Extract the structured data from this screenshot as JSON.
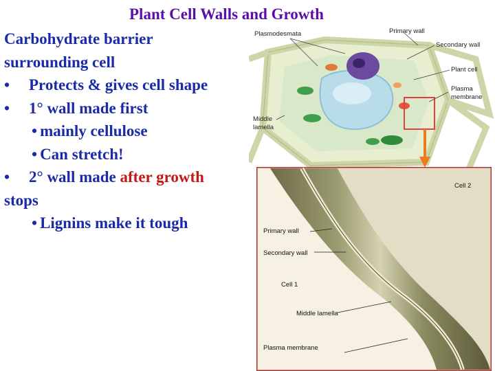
{
  "slide": {
    "title": "Plant Cell Walls and Growth",
    "lines": [
      {
        "text": "Carbohydrate barrier"
      },
      {
        "text": "surrounding cell"
      },
      {
        "bullet": "•",
        "text": "Protects & gives cell shape"
      },
      {
        "bullet": "•",
        "text": "1° wall made first"
      },
      {
        "sub_bullet": "•",
        "text": "mainly cellulose"
      },
      {
        "sub_bullet": "•",
        "text": "Can stretch!"
      },
      {
        "bullet": "•",
        "text_a": "2° wall made ",
        "text_b": "after growth"
      },
      {
        "text": "stops"
      },
      {
        "sub_bullet": "•",
        "text": "Lignins make it tough"
      }
    ],
    "highlight_color": "#c41818",
    "title_color": "#5b0fa8",
    "text_color": "#1a2aa8"
  },
  "diagram": {
    "labels": {
      "plasmodesmata": "Plasmodesmata",
      "primary_wall": "Primary wall",
      "secondary_wall": "Secondary wall",
      "plant_cell": "Plant cell",
      "plasma_membrane_1": "Plasma",
      "plasma_membrane_2": "membrane",
      "middle_lamella_1": "Middle",
      "middle_lamella_2": "lamella"
    }
  },
  "micrograph": {
    "labels": {
      "cell2": "Cell 2",
      "primary_wall": "Primary wall",
      "secondary_wall": "Secondary wall",
      "cell1": "Cell 1",
      "middle_lamella": "Middle lamella",
      "plasma_membrane": "Plasma membrane"
    }
  }
}
